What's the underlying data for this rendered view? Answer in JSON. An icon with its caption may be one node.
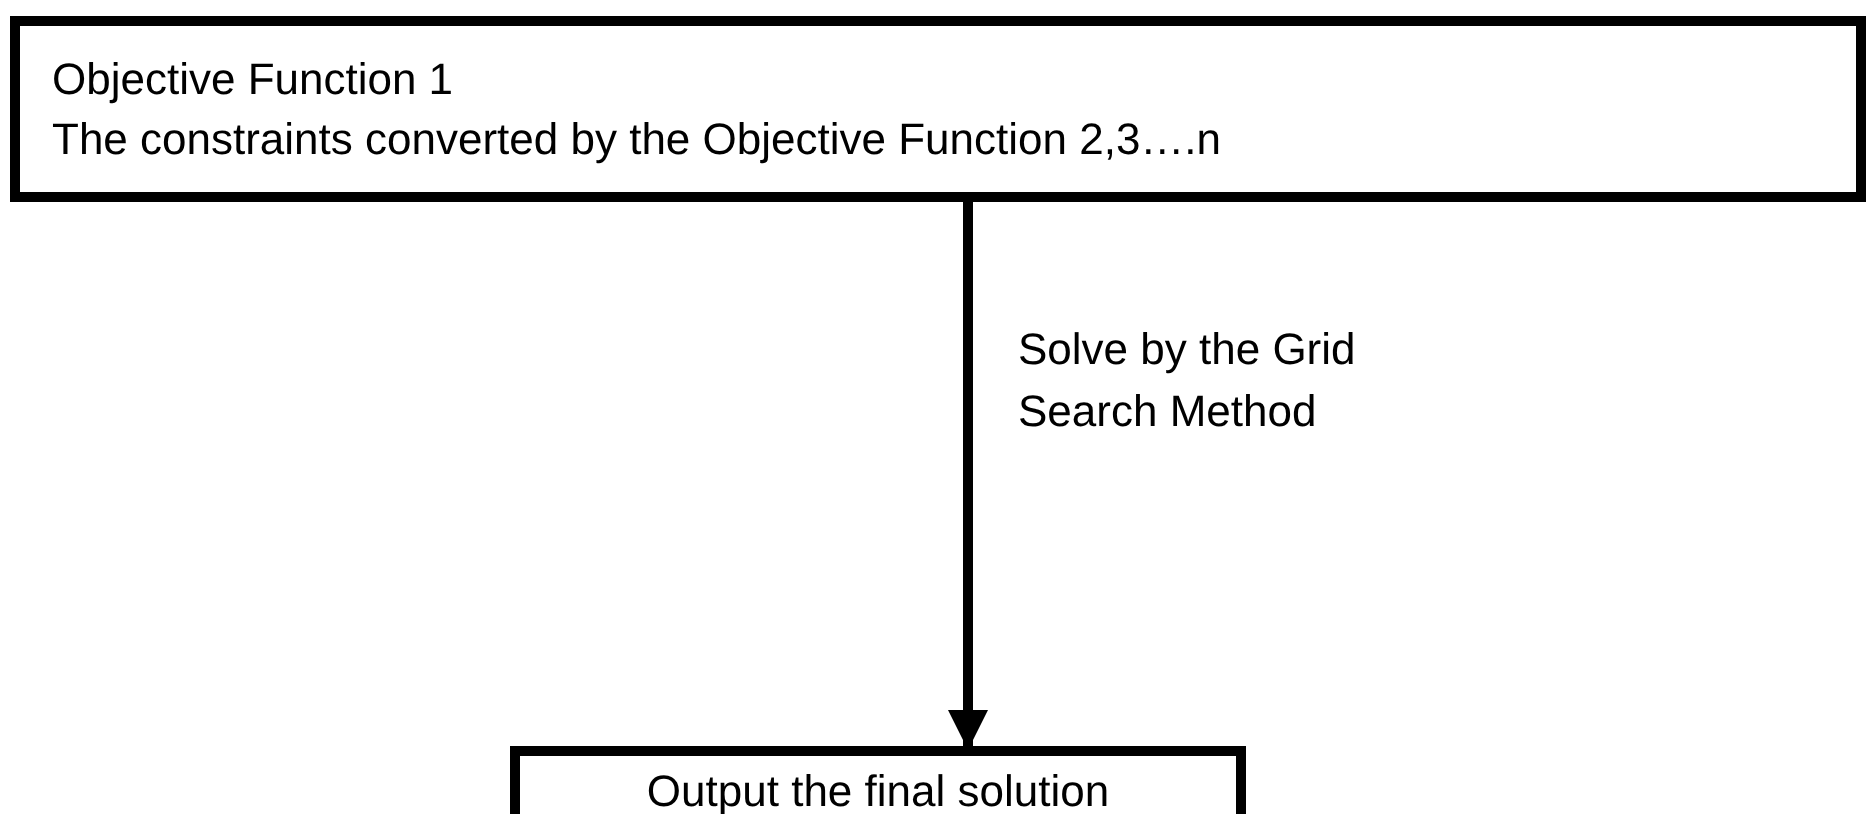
{
  "diagram": {
    "nodes": [
      {
        "text": [
          "Objective Function 1",
          "The constraints converted by the Objective Function 2,3….n"
        ]
      },
      {
        "text": [
          "Output the final solution"
        ]
      }
    ],
    "edges": [
      {
        "from": 0,
        "to": 1,
        "arrow": "to",
        "label": "Solve by the Grid Search Method"
      }
    ]
  }
}
